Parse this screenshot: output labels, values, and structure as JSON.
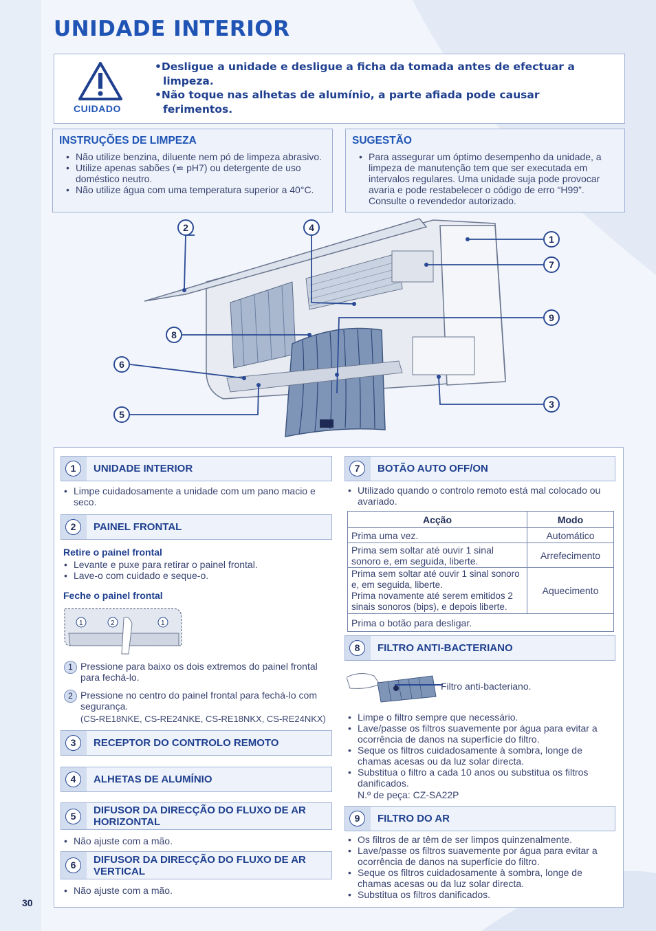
{
  "page": {
    "title": "UNIDADE INTERIOR",
    "page_number": "30"
  },
  "caution": {
    "label": "CUIDADO",
    "items": [
      "Desligue a unidade e desligue a ficha da tomada antes de efectuar a limpeza.",
      "Não toque nas alhetas de alumínio, a parte afiada pode causar ferimentos."
    ]
  },
  "cleaning": {
    "title": "INSTRUÇÕES DE LIMPEZA",
    "items": [
      "Não utilize benzina, diluente nem pó de limpeza abrasivo.",
      "Utilize apenas sabões (⋍ pH7) ou detergente de uso doméstico neutro.",
      "Não utilize água com uma temperatura superior a 40°C."
    ]
  },
  "tip": {
    "title": "SUGESTÃO",
    "items": [
      "Para assegurar um óptimo desempenho da unidade, a limpeza de manutenção tem que ser executada em intervalos regulares. Uma unidade suja pode provocar avaria e pode restabelecer o código de erro “H99”. Consulte o revendedor autorizado."
    ]
  },
  "diagram": {
    "callouts": [
      "1",
      "2",
      "3",
      "4",
      "5",
      "6",
      "7",
      "8",
      "9"
    ]
  },
  "sections": {
    "s1": {
      "num": "1",
      "title": "UNIDADE INTERIOR",
      "items": [
        "Limpe cuidadosamente a unidade com um pano macio e seco."
      ]
    },
    "s2": {
      "num": "2",
      "title": "PAINEL FRONTAL",
      "remove_title": "Retire o painel frontal",
      "remove_items": [
        "Levante e puxe para retirar o painel frontal.",
        "Lave-o com cuidado e seque-o."
      ],
      "close_title": "Feche o painel frontal",
      "step1": "Pressione para baixo os dois extremos do painel frontal para fechá-lo.",
      "step2": "Pressione no centro do painel frontal para fechá-lo com segurança.",
      "models": "(CS-RE18NKE, CS-RE24NKE, CS-RE18NKX, CS-RE24NKX)"
    },
    "s3": {
      "num": "3",
      "title": "RECEPTOR DO CONTROLO REMOTO"
    },
    "s4": {
      "num": "4",
      "title": "ALHETAS DE ALUMÍNIO"
    },
    "s5": {
      "num": "5",
      "title": "DIFUSOR DA DIRECÇÃO DO FLUXO DE AR HORIZONTAL",
      "items": [
        "Não ajuste com a mão."
      ]
    },
    "s6": {
      "num": "6",
      "title": "DIFUSOR DA DIRECÇÃO DO FLUXO DE AR VERTICAL",
      "items": [
        "Não ajuste com a mão."
      ]
    },
    "s7": {
      "num": "7",
      "title": "BOTÃO AUTO OFF/ON",
      "items": [
        "Utilizado quando o controlo remoto está mal colocado ou avariado."
      ],
      "table": {
        "col_action": "Acção",
        "col_mode": "Modo",
        "r1_action": "Prima uma vez.",
        "r1_mode": "Automático",
        "r2_action": "Prima sem soltar até ouvir 1 sinal sonoro e, em seguida, liberte.",
        "r2_mode": "Arrefecimento",
        "r3_action_a": "Prima sem soltar até ouvir 1 sinal sonoro e, em seguida, liberte.",
        "r3_action_b": "Prima novamente até serem emitidos 2 sinais sonoros (bips), e depois liberte.",
        "r3_mode": "Aquecimento",
        "r4_action": "Prima o botão para desligar."
      }
    },
    "s8": {
      "num": "8",
      "title": "FILTRO ANTI-BACTERIANO",
      "figure_label": "Filtro anti-bacteriano.",
      "items": [
        "Limpe o filtro sempre que necessário.",
        "Lave/passe os filtros suavemente por água para evitar a ocorrência de danos na superfície do filtro.",
        "Seque os filtros cuidadosamente à sombra, longe de chamas acesas ou da luz solar directa.",
        "Substitua o filtro a cada 10 anos ou substitua os filtros danificados."
      ],
      "part_no": "N.º de peça: CZ-SA22P"
    },
    "s9": {
      "num": "9",
      "title": "FILTRO DO AR",
      "items": [
        "Os filtros de ar têm de ser limpos quinzenalmente.",
        "Lave/passe os filtros suavemente por água para evitar a ocorrência de danos na superfície do filtro.",
        "Seque os filtros cuidadosamente à sombra, longe de chamas acesas ou da luz solar directa.",
        "Substitua os filtros danificados."
      ]
    }
  }
}
